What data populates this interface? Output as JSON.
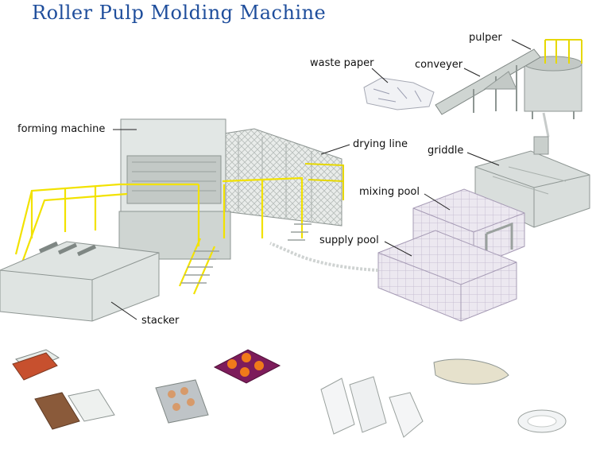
{
  "title": "Roller Pulp Molding Machine",
  "labels": {
    "pulper": "pulper",
    "waste_paper": "waste paper",
    "conveyer": "conveyer",
    "forming_machine": "forming machine",
    "drying_line": "drying line",
    "griddle": "griddle",
    "mixing_pool": "mixing pool",
    "supply_pool": "supply pool",
    "stacker": "stacker"
  },
  "colors": {
    "title": "#1f4e9c",
    "machine": "#dfe4e2",
    "machine_dark": "#b9c1be",
    "railing": "#f2e200",
    "pool": "#ece8f0",
    "pool_grid": "#c9bfd3"
  }
}
